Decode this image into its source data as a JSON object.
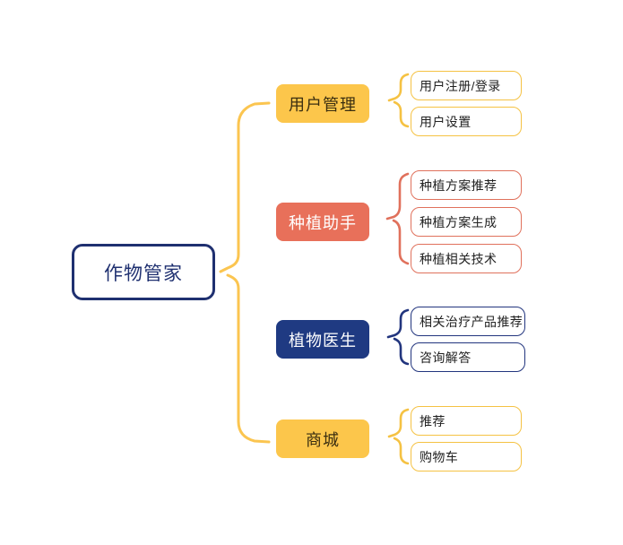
{
  "diagram": {
    "type": "mind-map",
    "root": {
      "label": "作物管家",
      "border_color": "#1F3070",
      "text_color": "#1F3070",
      "fill": "#FFFFFF"
    },
    "branches": [
      {
        "label": "用户管理",
        "fill": "#FCC64B",
        "text_color": "#3A2E10",
        "brace_color": "#F5C243",
        "children": [
          {
            "label": "用户注册/登录",
            "border_color": "#F5C243"
          },
          {
            "label": "用户设置",
            "border_color": "#F5C243"
          }
        ]
      },
      {
        "label": "种植助手",
        "fill": "#E8705A",
        "text_color": "#FFFFFF",
        "brace_color": "#E0715C",
        "children": [
          {
            "label": "种植方案推荐",
            "border_color": "#E0715C"
          },
          {
            "label": "种植方案生成",
            "border_color": "#E0715C"
          },
          {
            "label": "种植相关技术",
            "border_color": "#E0715C"
          }
        ]
      },
      {
        "label": "植物医生",
        "fill": "#1F3A82",
        "text_color": "#FFFFFF",
        "brace_color": "#22357E",
        "children": [
          {
            "label": "相关治疗产品推荐",
            "border_color": "#22357E"
          },
          {
            "label": "咨询解答",
            "border_color": "#22357E"
          }
        ]
      },
      {
        "label": "商城",
        "fill": "#FCC64B",
        "text_color": "#3A2E10",
        "brace_color": "#F5C243",
        "children": [
          {
            "label": "推荐",
            "border_color": "#F5C243"
          },
          {
            "label": "购物车",
            "border_color": "#F5C243"
          }
        ]
      }
    ],
    "main_brace_color": "#FBC550"
  }
}
